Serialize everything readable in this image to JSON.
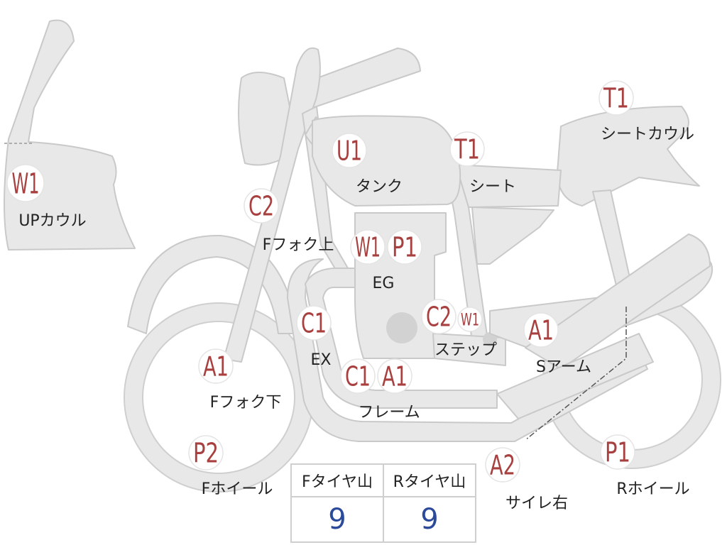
{
  "parts": [
    {
      "id": "up-cowl",
      "code": "W1",
      "label": "UPカウル"
    },
    {
      "id": "f-fork-upper",
      "code": "C2",
      "label": "Fフォク上"
    },
    {
      "id": "tank",
      "code": "U1",
      "label": "タンク"
    },
    {
      "id": "seat",
      "code": "T1",
      "label": "シート"
    },
    {
      "id": "seat-cowl",
      "code": "T1",
      "label": "シートカウル"
    },
    {
      "id": "engine",
      "codes": [
        "W1",
        "P1"
      ],
      "label": "EG"
    },
    {
      "id": "exhaust",
      "code": "C1",
      "label": "EX"
    },
    {
      "id": "step",
      "codes": [
        "C2",
        "W1"
      ],
      "label": "ステップ"
    },
    {
      "id": "swing-arm",
      "code": "A1",
      "label": "Sアーム"
    },
    {
      "id": "f-fork-lower",
      "code": "A1",
      "label": "Fフォク下"
    },
    {
      "id": "frame",
      "codes": [
        "C1",
        "A1"
      ],
      "label": "フレーム"
    },
    {
      "id": "f-wheel",
      "code": "P2",
      "label": "Fホイール"
    },
    {
      "id": "silencer-right",
      "code": "A2",
      "label": "サイレ右"
    },
    {
      "id": "r-wheel",
      "code": "P1",
      "label": "Rホイール"
    }
  ],
  "tread_table": {
    "headers": [
      "Fタイヤ山",
      "Rタイヤ山"
    ],
    "values": [
      "9",
      "9"
    ]
  },
  "colors": {
    "part_fill": "#e8e8e8",
    "code_text": "#a84040",
    "value_text": "#2c4a9a"
  }
}
